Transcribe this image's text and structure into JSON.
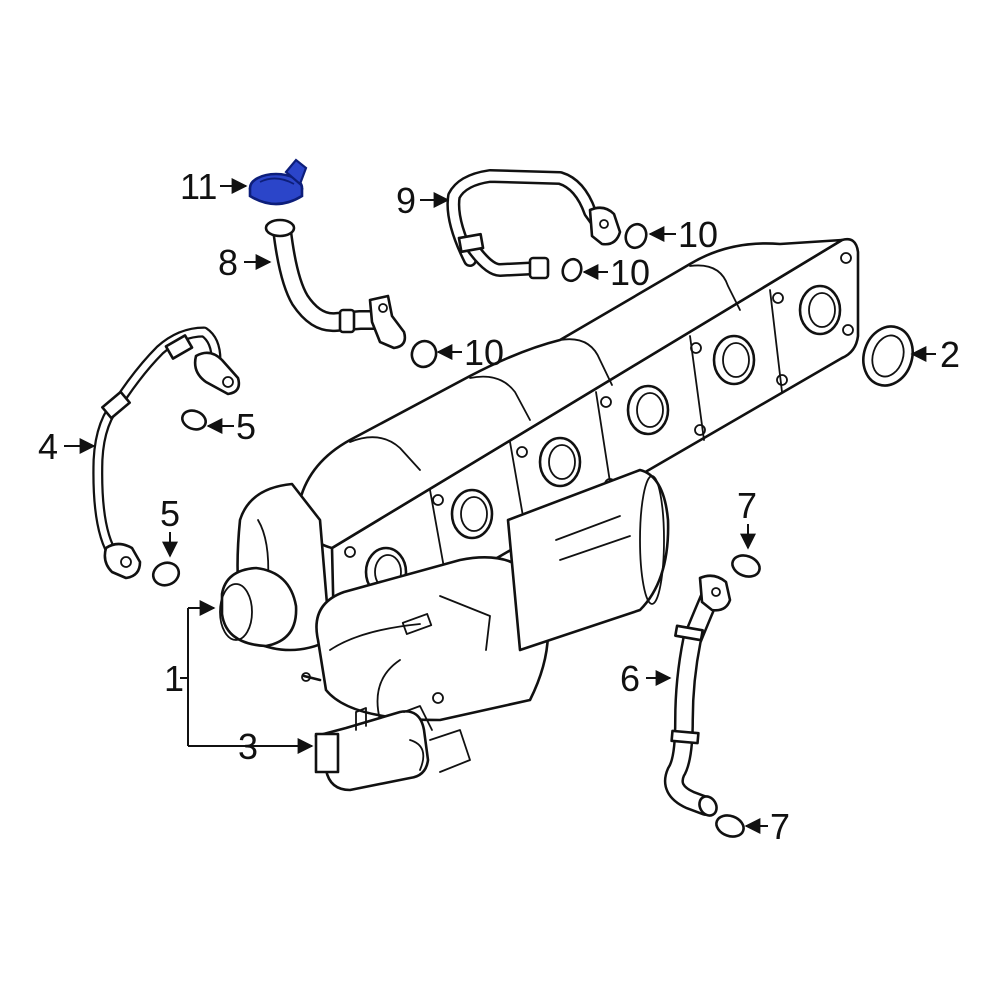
{
  "callouts": [
    {
      "id": "c1",
      "label": "1"
    },
    {
      "id": "c2",
      "label": "2"
    },
    {
      "id": "c3",
      "label": "3"
    },
    {
      "id": "c4",
      "label": "4"
    },
    {
      "id": "c5a",
      "label": "5"
    },
    {
      "id": "c5b",
      "label": "5"
    },
    {
      "id": "c6",
      "label": "6"
    },
    {
      "id": "c7a",
      "label": "7"
    },
    {
      "id": "c7b",
      "label": "7"
    },
    {
      "id": "c8",
      "label": "8"
    },
    {
      "id": "c9",
      "label": "9"
    },
    {
      "id": "c10a",
      "label": "10"
    },
    {
      "id": "c10b",
      "label": "10"
    },
    {
      "id": "c10c",
      "label": "10"
    },
    {
      "id": "c11",
      "label": "11"
    }
  ],
  "colors": {
    "line": "#111111",
    "background": "#ffffff",
    "highlight_fill": "#2b45c9",
    "highlight_stroke": "#0d1e7a"
  },
  "highlighted_part": "11"
}
